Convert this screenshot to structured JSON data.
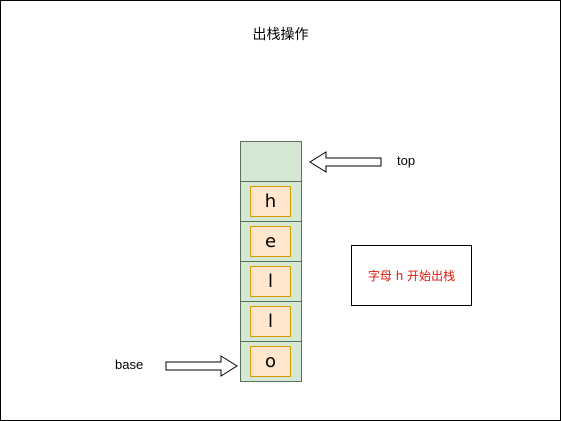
{
  "title": "出栈操作",
  "stack": {
    "letters": [
      "h",
      "e",
      "l",
      "l",
      "o"
    ]
  },
  "labels": {
    "top": "top",
    "base": "base"
  },
  "note": {
    "text": "字母 h 开始出栈",
    "color": "#e0190d"
  },
  "colors": {
    "cell_fill": "#d5e8d4",
    "letter_fill": "#ffe6cc",
    "letter_border": "#d79b00"
  }
}
